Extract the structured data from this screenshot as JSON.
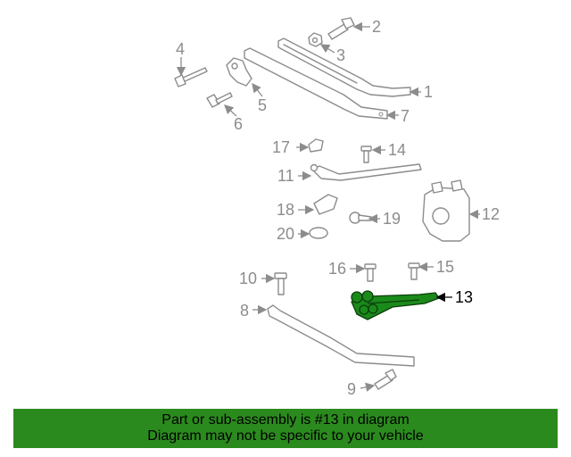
{
  "callouts": {
    "c1": "1",
    "c2": "2",
    "c3": "3",
    "c4": "4",
    "c5": "5",
    "c6": "6",
    "c7": "7",
    "c8": "8",
    "c9": "9",
    "c10": "10",
    "c11": "11",
    "c12": "12",
    "c13": "13",
    "c14": "14",
    "c15": "15",
    "c16": "16",
    "c17": "17",
    "c18": "18",
    "c19": "19",
    "c20": "20"
  },
  "highlighted_part": "13",
  "colors": {
    "banner": "#2b8a1e",
    "highlight": "#1a8a1a",
    "line_art": "#8c8c8c"
  },
  "banner": {
    "line1": "Part or sub-assembly is #13 in diagram",
    "line2": "Diagram may not be specific to your vehicle"
  }
}
